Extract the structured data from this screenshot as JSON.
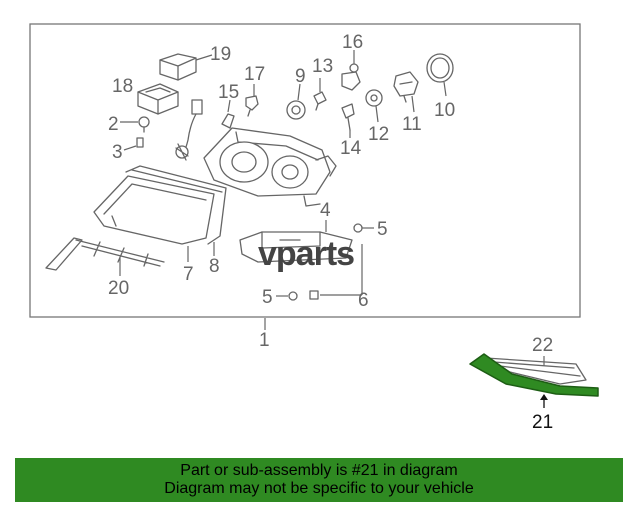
{
  "diagram": {
    "watermark": "vparts",
    "callouts": {
      "c1": "1",
      "c2": "2",
      "c3": "3",
      "c4": "4",
      "c5a": "5",
      "c5b": "5",
      "c6": "6",
      "c7": "7",
      "c8": "8",
      "c9": "9",
      "c10": "10",
      "c11": "11",
      "c12": "12",
      "c13": "13",
      "c14": "14",
      "c15": "15",
      "c16": "16",
      "c17": "17",
      "c18": "18",
      "c19": "19",
      "c20": "20",
      "c21": "21",
      "c22": "22"
    },
    "highlight_color": "#2f8a22"
  },
  "banner": {
    "line1": "Part or sub-assembly is #21 in diagram",
    "line2": "Diagram may not be specific to your vehicle"
  }
}
